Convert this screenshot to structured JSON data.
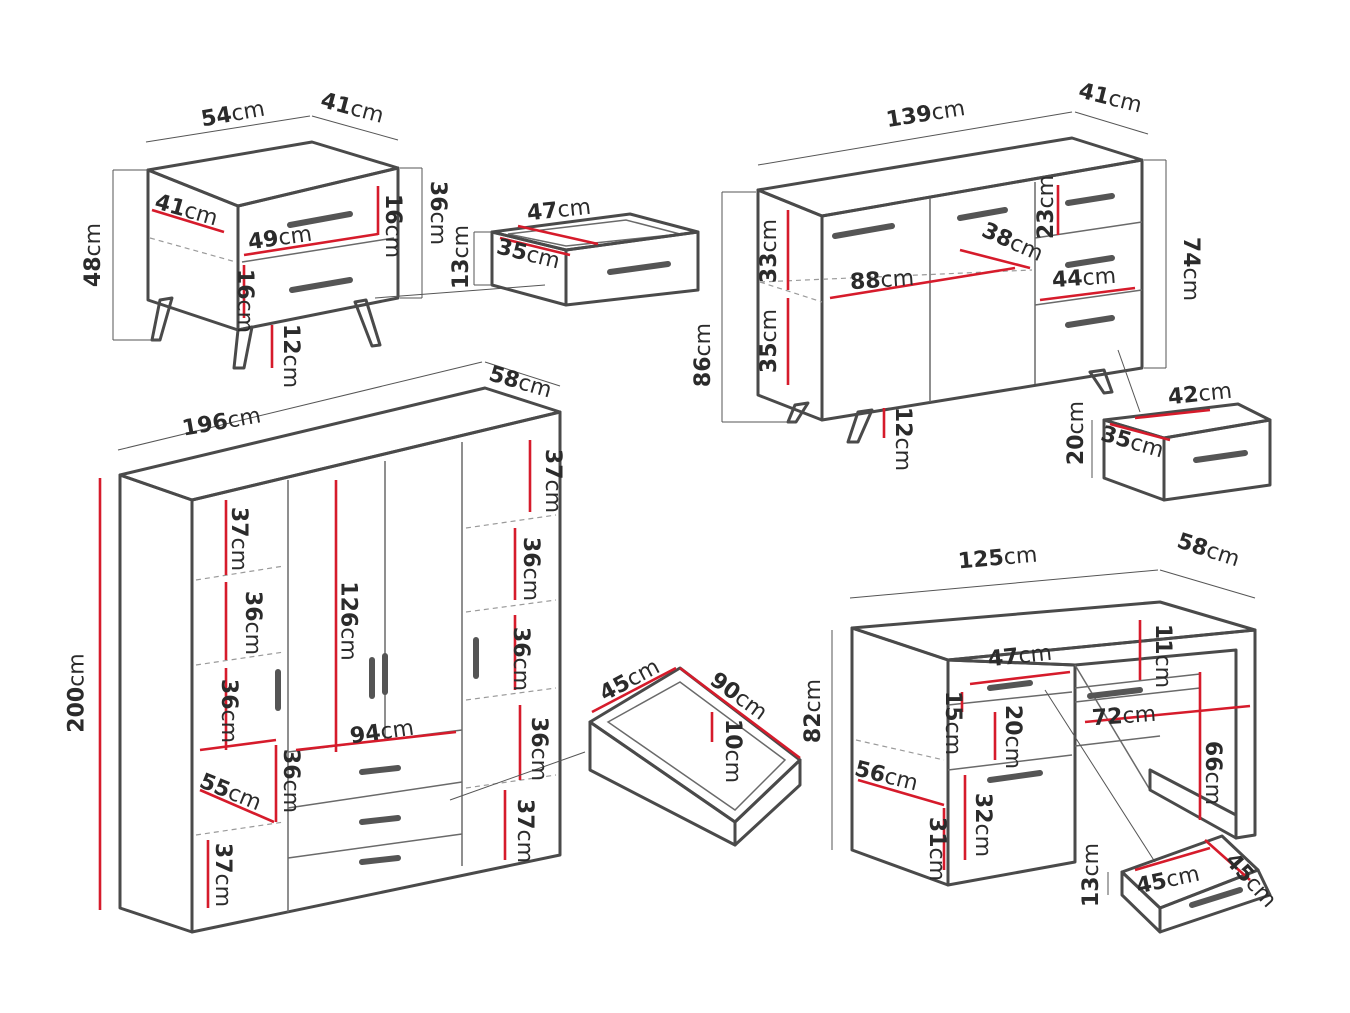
{
  "unit": "cm",
  "colors": {
    "dimension_line": "#d61b2b",
    "outline": "#4a4a4a",
    "text": "#2b2b2b"
  },
  "nightstand": {
    "width": "54",
    "depth": "41",
    "height": "48",
    "carcass_height": "36",
    "inner_depth": "41",
    "drawer_width": "49",
    "drawer_front_height": "16",
    "lower_drawer_height": "16",
    "leg_height": "12",
    "drawer": {
      "width": "47",
      "depth": "35",
      "height": "13"
    }
  },
  "sideboard": {
    "width": "139",
    "depth": "41",
    "carcass_height": "74",
    "total_height": "86",
    "shelf_upper": "33",
    "shelf_lower": "35",
    "inner_width": "88",
    "inner_depth": "38",
    "drawer_front_height": "23",
    "drawer_inner_width": "44",
    "leg_height": "12",
    "drawer": {
      "width": "42",
      "depth": "35",
      "height": "20"
    }
  },
  "wardrobe": {
    "width": "196",
    "depth": "58",
    "height": "200",
    "left_shelf_1": "37",
    "left_shelf_2": "36",
    "left_shelf_3": "36",
    "left_compartment_width": "55",
    "left_compartment_height": "36",
    "left_bottom": "37",
    "hanging_height": "126",
    "inner_width": "94",
    "right_shelf_1": "37",
    "right_shelf_2": "36",
    "right_shelf_3": "36",
    "right_shelf_4": "36",
    "right_shelf_5": "37",
    "drawer": {
      "depth": "45",
      "width": "90",
      "height": "10"
    }
  },
  "desk": {
    "width": "125",
    "depth": "58",
    "height": "82",
    "leg_height": "66",
    "top_shelf": "11",
    "drawer_width": "47",
    "small_drawer": "15",
    "niche_height": "20",
    "keyboard_width": "72",
    "side_depth": "56",
    "door_height": "32",
    "bottom_height": "31",
    "drawer": {
      "width": "45",
      "depth": "45",
      "height": "13"
    }
  }
}
